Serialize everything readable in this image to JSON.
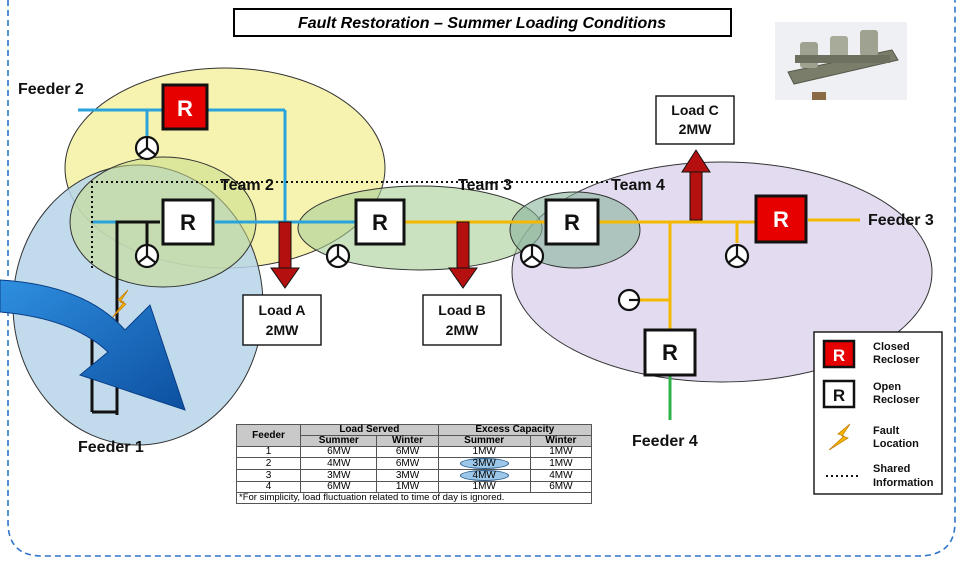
{
  "title": "Fault Restoration – Summer Loading Conditions",
  "feeders": {
    "feeder1": "Feeder 1",
    "feeder2": "Feeder 2",
    "feeder3": "Feeder 3",
    "feeder4": "Feeder 4"
  },
  "teams": {
    "team2": "Team 2",
    "team3": "Team 3",
    "team4": "Team 4"
  },
  "loads": {
    "a": {
      "name": "Load A",
      "value": "2MW"
    },
    "b": {
      "name": "Load B",
      "value": "2MW"
    },
    "c": {
      "name": "Load C",
      "value": "2MW"
    }
  },
  "recloser_letter": "R",
  "legend": {
    "closed": [
      "Closed",
      "Recloser"
    ],
    "open": [
      "Open",
      "Recloser"
    ],
    "fault": [
      "Fault",
      "Location"
    ],
    "shared": [
      "Shared",
      "Information"
    ]
  },
  "table": {
    "group_headers": [
      "Load Served",
      "Excess Capacity"
    ],
    "col_headers": [
      "Feeder",
      "Summer",
      "Winter",
      "Summer",
      "Winter"
    ],
    "rows": [
      [
        "1",
        "6MW",
        "6MW",
        "1MW",
        "1MW"
      ],
      [
        "2",
        "4MW",
        "6MW",
        "3MW",
        "1MW"
      ],
      [
        "3",
        "3MW",
        "3MW",
        "4MW",
        "4MW"
      ],
      [
        "4",
        "6MW",
        "1MW",
        "1MW",
        "6MW"
      ]
    ],
    "note": "*For simplicity, load fluctuation related to time of day is ignored."
  },
  "colors": {
    "feeder_blue": "#2aa3dc",
    "feeder_orange": "#f5b800",
    "feeder_green": "#2db34a",
    "closed_red": "#e60000",
    "load_arrow": "#b51010",
    "zone_yellow": "#f6f3b0",
    "zone_blue": "#b6d5ea",
    "zone_purple": "#e3dcf0",
    "zone_green": "#a9cf98"
  }
}
